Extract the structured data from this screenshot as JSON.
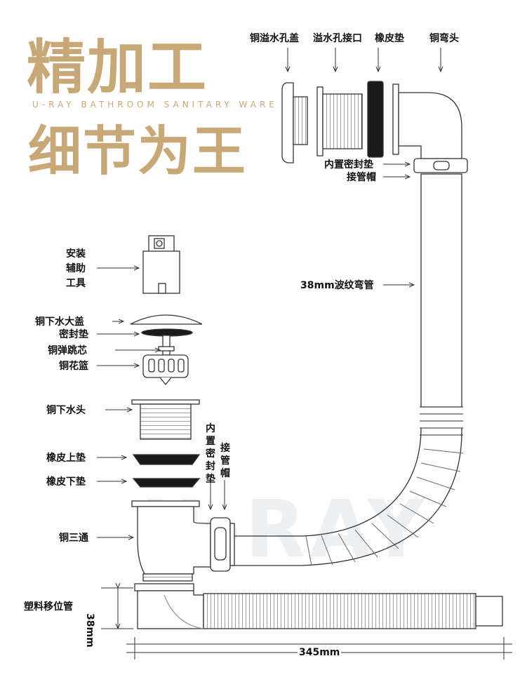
{
  "hero": {
    "line1": "精加工",
    "subtitle": "U-RAY BATHROOM SANITARY WARE",
    "line2": "细节为王"
  },
  "watermark": "U-RAY",
  "labels": {
    "overflow_cover": "铜溢水孔盖",
    "overflow_connector": "溢水孔接口",
    "rubber_gasket": "橡皮垫",
    "copper_elbow": "铜弯头",
    "inner_seal_top": "内置密封垫",
    "pipe_cap_top": "接管帽",
    "install_tool": "安装\n辅助\n工具",
    "corrugated_pipe": "38mm波纹弯管",
    "drain_cap": "铜下水大盖",
    "seal_gasket": "密封垫",
    "pop_up_core": "铜弹跳芯",
    "strainer_basket": "铜花篮",
    "drain_head": "铜下水头",
    "upper_rubber_gasket": "橡皮上垫",
    "lower_rubber_gasket": "橡皮下垫",
    "inner_seal_bottom": "内置密封垫",
    "pipe_cap_bottom": "接管帽",
    "copper_tee": "铜三通",
    "plastic_pipe": "塑料移位管"
  },
  "dimensions": {
    "height": "38mm",
    "width": "345mm"
  },
  "colors": {
    "gold": "#c9a877",
    "line": "#333333",
    "dark_gasket": "#1a1a1a"
  }
}
